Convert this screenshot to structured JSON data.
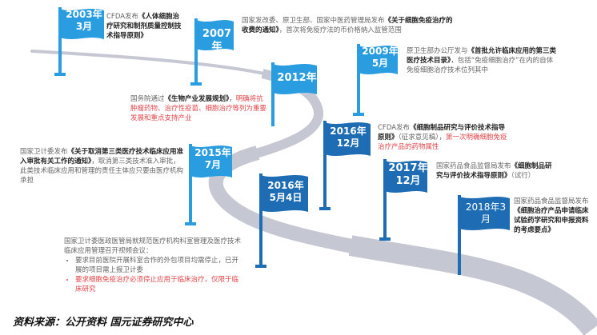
{
  "colors": {
    "flag_light": "#2a9de0",
    "flag_dark": "#1e6db4",
    "road": "#c5c8d2",
    "highlight_red": "#e0474c"
  },
  "events": [
    {
      "date_line1": "2003年",
      "date_line2": "3月",
      "text_pre": "CFDA发布",
      "text_bold": "《人体细胞治疗研究和制剂质量控制技术指导原则》",
      "text_post": "",
      "text_red": ""
    },
    {
      "date_line1": "2007年",
      "date_line2": "",
      "text_pre": "国家发改委、原卫生部、国家中医药管理局发布",
      "text_bold": "《关于细胞免疫治疗的收费的通知》",
      "text_post": "，首次将免疫疗法的币价格纳入监管范围",
      "text_red": ""
    },
    {
      "date_line1": "2012年",
      "date_line2": "",
      "text_pre": "国务院通过",
      "text_bold": "《生物产业发展规划》",
      "text_post": "，",
      "text_red": "明确将抗肿瘤药物、治疗性疫苗、细胞治疗等列为重要发展和重点支持产业"
    },
    {
      "date_line1": "2009年",
      "date_line2": "5月",
      "text_pre": "原卫生部办公厅发与",
      "text_bold": "《首批允许临床应用的第三类医疗技术目录》",
      "text_post": "，包括“免疫细胞治疗”在内的自体免疫细胞治疗技术位列其中",
      "text_red": ""
    },
    {
      "date_line1": "2015年",
      "date_line2": "7月",
      "text_pre": "国家卫计委发布",
      "text_bold": "《关于取消第三类医疗技术临床应用准入审批有关工作的通知》",
      "text_post": "，取消第三类技术准入审批，此类技术临床应用和管理的责任主体应只要由医疗机构承担",
      "text_red": ""
    },
    {
      "date_line1": "2016年",
      "date_line2": "12月",
      "text_pre": "CFDA发布",
      "text_bold": "《细胞制品研究与评价技术指导原则》",
      "text_post": "（征求意见稿），",
      "text_red": "第一次明确细胞免疫治疗产品的药物属性"
    },
    {
      "date_line1": "2016年",
      "date_line2": "5月4日",
      "text_pre": "国家卫计委医政医管局就规范医疗机构科室管理及医疗技术临床应用管理召开视频会议：",
      "bullets": [
        "要求目前医院开展科室合作的外包项目均需停止，已开展的项目需上报卫计委"
      ],
      "bullets_red": [
        "要求细胞免疫治疗必须停止应用于临床治疗，仅限于临床研究"
      ]
    },
    {
      "date_line1": "2017年",
      "date_line2": "12月",
      "text_pre": "国家药品食品监督局发布",
      "text_bold": "《细胞制品研究与评价技术指导原则》",
      "text_post": "（试行）",
      "text_red": ""
    },
    {
      "date_line1": "2018年3",
      "date_line2": "月",
      "text_pre": "国家药品食品监督局发布",
      "text_bold": "《细胞治疗产品申请临床试验药学研究和申报资料的考虑要点》",
      "text_post": "",
      "text_red": ""
    }
  ],
  "source": "资料来源：公开资料 国元证券研究中心"
}
